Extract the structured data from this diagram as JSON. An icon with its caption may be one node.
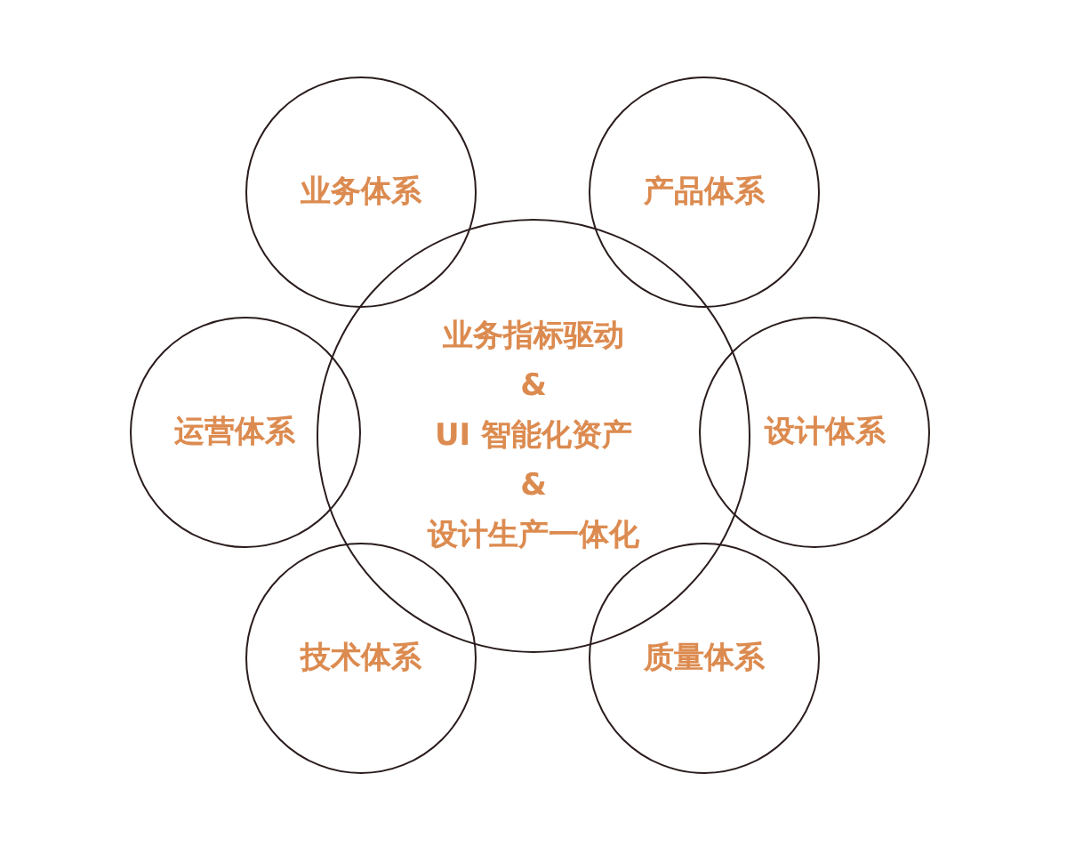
{
  "diagram": {
    "nodes": [
      {
        "text": [
          "业务体系"
        ]
      },
      {
        "text": [
          "产品体系"
        ]
      },
      {
        "text": [
          "业务指标驱动",
          "&",
          "UI 智能化资产",
          "&",
          "设计生产一体化"
        ]
      },
      {
        "text": [
          "运营体系"
        ]
      },
      {
        "text": [
          "设计体系"
        ]
      },
      {
        "text": [
          "技术体系"
        ]
      },
      {
        "text": [
          "质量体系"
        ]
      }
    ],
    "edges": []
  }
}
